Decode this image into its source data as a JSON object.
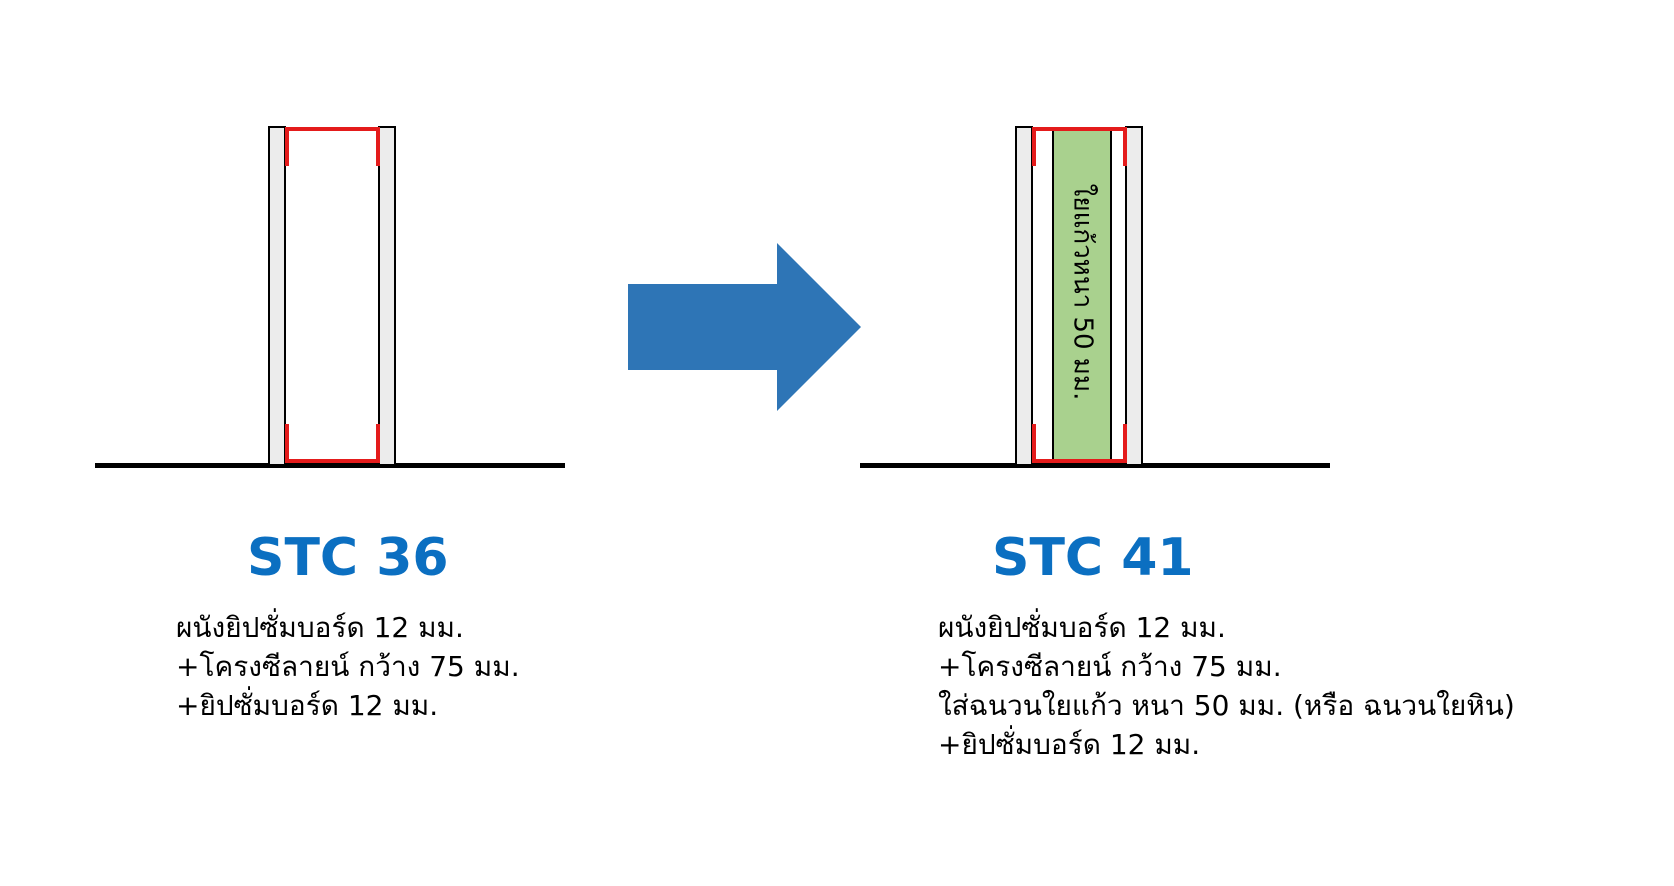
{
  "colors": {
    "title_blue": "#0b6fc1",
    "arrow_blue": "#2e75b6",
    "stud_red": "#e41b1b",
    "insulation_green": "#a9d18e",
    "board_gray": "#ececec",
    "outline": "#000000"
  },
  "left": {
    "title": "STC 36",
    "lines": [
      "ผนังยิปซั่มบอร์ด 12 มม.",
      "+โครงซีลายน์ กว้าง 75 มม.",
      "+ยิปซั่มบอร์ด 12 มม."
    ]
  },
  "right": {
    "title": "STC 41",
    "insulation_label": "ใยแก้วหนา 50 มม.",
    "lines": [
      "ผนังยิปซั่มบอร์ด 12 มม.",
      "+โครงซีลายน์ กว้าง 75 มม.",
      "ใส่ฉนวนใยแก้ว หนา 50 มม. (หรือ ฉนวนใยหิน)",
      "+ยิปซั่มบอร์ด 12 มม."
    ]
  },
  "arrow": {
    "icon": "right-arrow-icon"
  }
}
